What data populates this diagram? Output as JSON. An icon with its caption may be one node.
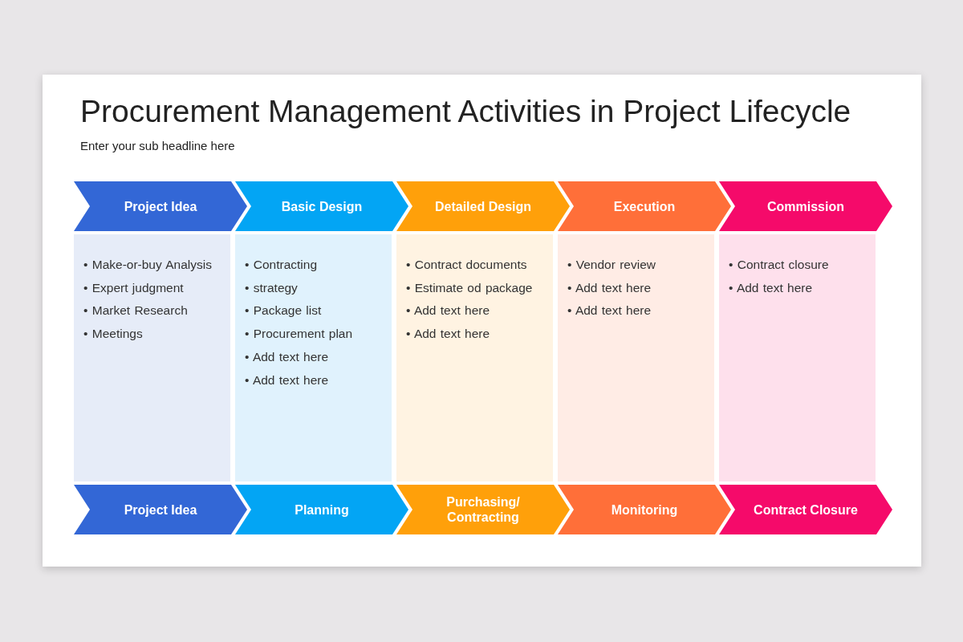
{
  "diagram": {
    "title": "Procurement Management Activities in Project Lifecycle",
    "nodes": [
      {
        "text": [
          "Project Idea"
        ]
      },
      {
        "text": [
          "Basic Design"
        ]
      },
      {
        "text": [
          "Detailed Design"
        ]
      },
      {
        "text": [
          "Execution"
        ]
      },
      {
        "text": [
          "Commission"
        ]
      },
      {
        "text": [
          "• Make-or-buy Analysis",
          "• Expert judgment",
          "• Market Research",
          "• Meetings"
        ]
      },
      {
        "text": [
          "• Contracting",
          "• strategy",
          "• Package list",
          "• Procurement plan",
          "• Add text here",
          "• Add text here"
        ]
      },
      {
        "text": [
          "• Contract documents",
          "• Estimate od package",
          "• Add text here",
          "• Add text here"
        ]
      },
      {
        "text": [
          "• Vendor review",
          "• Add text here",
          "• Add text here"
        ]
      },
      {
        "text": [
          "• Contract closure",
          "• Add text here"
        ]
      },
      {
        "text": [
          "Project Idea"
        ]
      },
      {
        "text": [
          "Planning"
        ]
      },
      {
        "text": [
          "Purchasing/ Contracting"
        ]
      },
      {
        "text": [
          "Monitoring"
        ]
      },
      {
        "text": [
          "Contract Closure"
        ]
      }
    ],
    "edges": [],
    "labels": [
      "Enter your sub headline here"
    ]
  }
}
